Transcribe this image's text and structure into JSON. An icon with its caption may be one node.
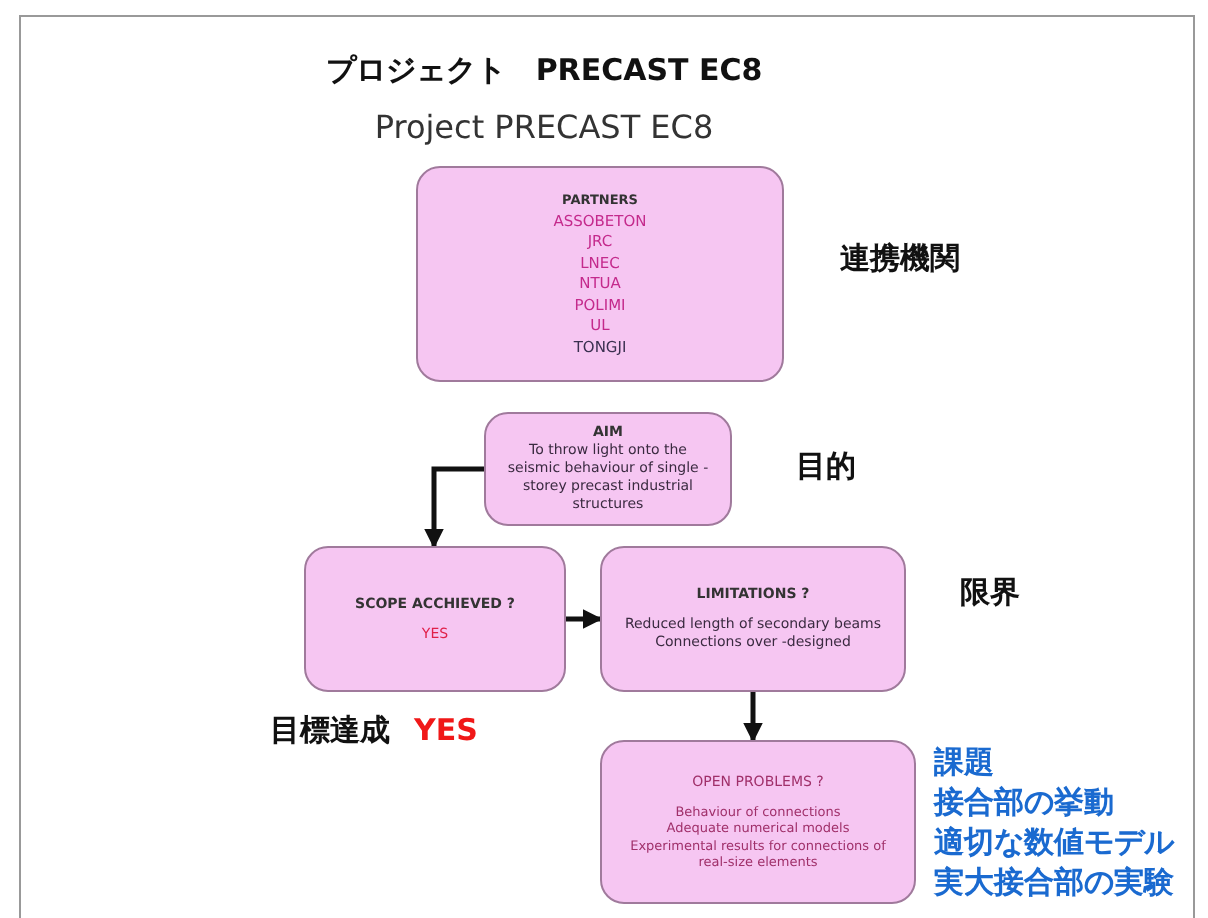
{
  "diagram": {
    "title": "プロジェクト　PRECAST EC8",
    "labels": [
      "Project PRECAST EC8"
    ],
    "nodes": [
      {
        "text": [
          "PARTNERS",
          "ASSOBETON",
          "JRC",
          "LNEC",
          "NTUA",
          "POLIMI",
          "UL",
          "TONGJI"
        ],
        "beside": [
          "連携機関"
        ]
      },
      {
        "text": [
          "AIM",
          "To throw light onto the seismic behaviour of single - storey precast industrial structures"
        ],
        "beside": [
          "目的"
        ]
      },
      {
        "text": [
          "SCOPE ACCHIEVED ?",
          "YES"
        ],
        "beside": [
          "目標達成",
          "YES"
        ]
      },
      {
        "text": [
          "LIMITATIONS ?",
          "Reduced length of secondary beams",
          "Connections over -designed"
        ],
        "beside": [
          "限界"
        ]
      },
      {
        "text": [
          "OPEN PROBLEMS ?",
          "Behaviour of connections",
          "Adequate numerical models",
          "Experimental results for connections of real-size elements"
        ],
        "beside": [
          "課題",
          "接合部の挙動",
          "適切な数値モデル",
          "実大接合部の実験"
        ]
      }
    ],
    "edges": [
      {
        "from": 1,
        "to": 2,
        "arrow": "to"
      },
      {
        "from": 2,
        "to": 3,
        "arrow": "to"
      },
      {
        "from": 3,
        "to": 4,
        "arrow": "to"
      }
    ]
  }
}
